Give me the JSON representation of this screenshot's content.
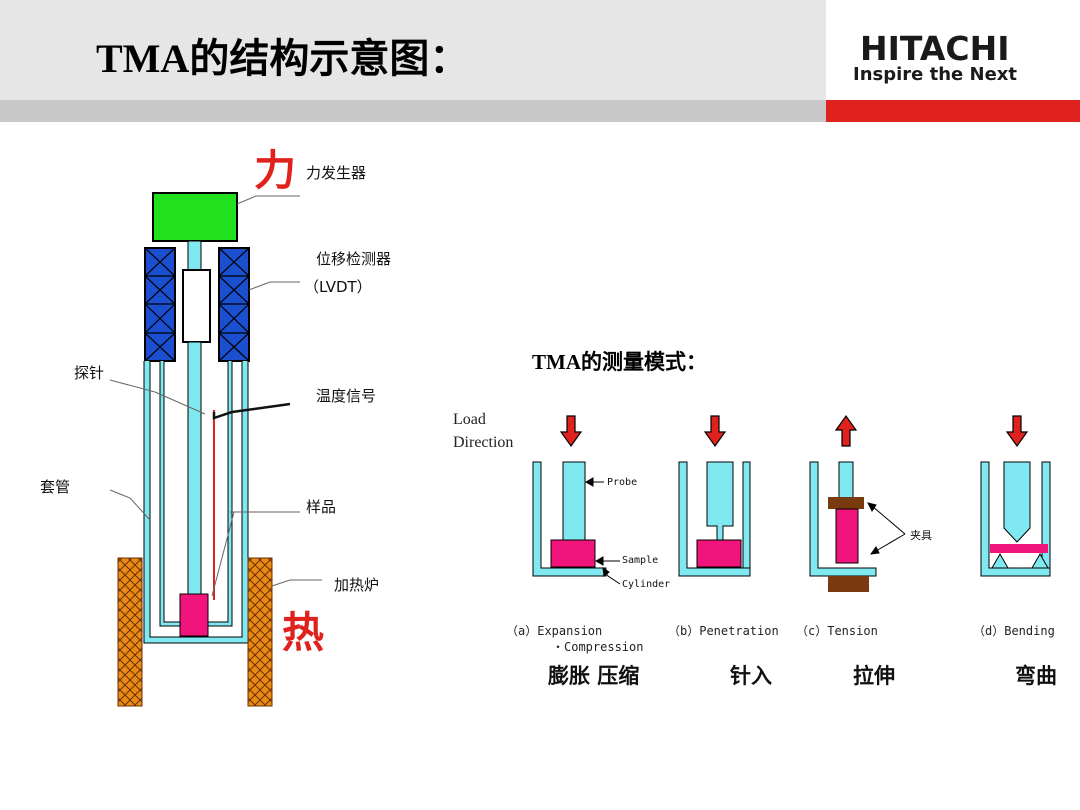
{
  "header": {
    "title": "TMA的结构示意图：",
    "logo_name": "HITACHI",
    "logo_tagline": "Inspire the Next"
  },
  "structure": {
    "force_big": "力",
    "heat_big": "热",
    "labels": {
      "force_generator": "力发生器",
      "displacement_detector": "位移检测器",
      "lvdt": "（LVDT）",
      "probe": "探针",
      "temperature_signal": "温度信号",
      "sleeve": "套管",
      "sample": "样品",
      "furnace": "加热炉"
    }
  },
  "modes": {
    "title": "TMA的测量模式：",
    "load_direction_line1": "Load",
    "load_direction_line2": "Direction",
    "callouts": {
      "probe": "Probe",
      "sample": "Sample",
      "cylinder": "Cylinder",
      "clamp": "夹具"
    },
    "captions": {
      "a_line1": "（a）Expansion",
      "a_line2": "・Compression",
      "b": "（b）Penetration",
      "c": "（c）Tension",
      "d": "（d）Bending"
    },
    "chinese": {
      "a": "膨胀 压缩",
      "b": "针入",
      "c": "拉伸",
      "d": "弯曲"
    }
  },
  "colors": {
    "accent_red": "#e0221e",
    "force_green": "#22e01e",
    "coil_blue": "#1a4fd0",
    "probe_cyan": "#80e8f0",
    "sample_pink": "#f0147c",
    "furnace_orange": "#e88a14",
    "clamp_brown": "#7a3a10"
  }
}
